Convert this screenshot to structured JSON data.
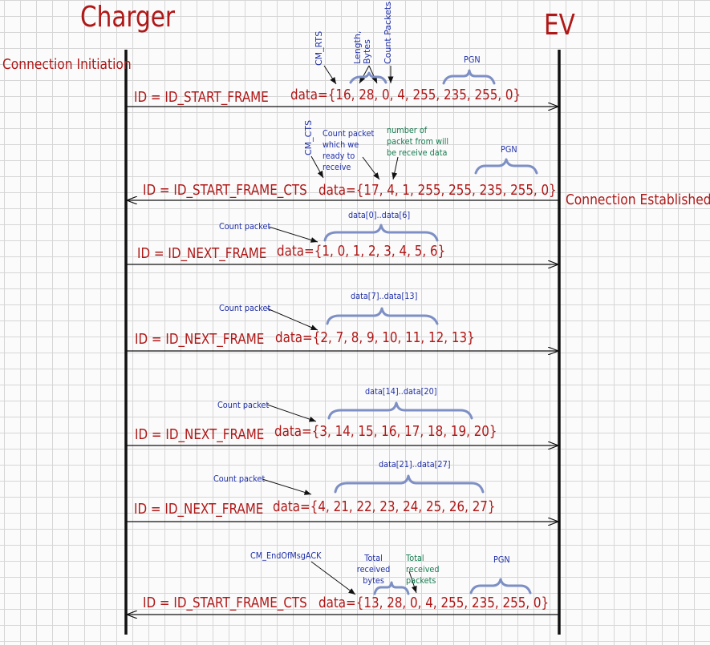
{
  "participants": {
    "charger": "Charger",
    "ev": "EV"
  },
  "phases": {
    "initiation": "Connection Initiation",
    "established": "Connection Established"
  },
  "messages": [
    {
      "id": "ID = ID_START_FRAME",
      "data": "data={16, 28, 0, 4, 255, 235, 255, 0}"
    },
    {
      "id": "ID = ID_START_FRAME_CTS",
      "data": "data={17, 4, 1, 255, 255,  235, 255, 0}"
    },
    {
      "id": "ID =  ID_NEXT_FRAME",
      "data": "data={1, 0, 1, 2, 3,  4, 5, 6}"
    },
    {
      "id": "ID =  ID_NEXT_FRAME",
      "data": "data={2, 7, 8, 9, 10,  11, 12, 13}"
    },
    {
      "id": "ID =  ID_NEXT_FRAME",
      "data": "data={3, 14, 15, 16, 17,  18, 19, 20}"
    },
    {
      "id": "ID =  ID_NEXT_FRAME",
      "data": "data={4, 21, 22, 23, 24,  25, 26, 27}"
    },
    {
      "id": "ID = ID_START_FRAME_CTS",
      "data": "data={13, 28, 0, 4, 255,  235, 255, 0}"
    }
  ],
  "annotations": {
    "cm_rts": "CM_RTS",
    "length_bytes": "Length, Bytes",
    "count_packets": "Count Packets",
    "pgn_1": "PGN",
    "cm_cts": "CM_CTS",
    "count_packet_ready": "Count packet which we ready to receive",
    "number_of_packet": "number of packet from will be receive data",
    "pgn_2": "PGN",
    "count_packet_1": "Count packet",
    "range_1": "data[0]..data[6]",
    "count_packet_2": "Count packet",
    "range_2": "data[7]..data[13]",
    "count_packet_3": "Count packet",
    "range_3": "data[14]..data[20]",
    "count_packet_4": "Count packet",
    "range_4": "data[21]..data[27]",
    "cm_endofmsgack": "CM_EndOfMsgACK",
    "total_received_bytes": "Total received bytes",
    "total_received_packets": "Total received packets",
    "pgn_3": "PGN"
  },
  "colors": {
    "message_text": "#b01818",
    "annotation": "#1f2fa8",
    "annotation_alt": "#157a4f",
    "brace": "#7d8fc4",
    "lines": "#111111"
  }
}
